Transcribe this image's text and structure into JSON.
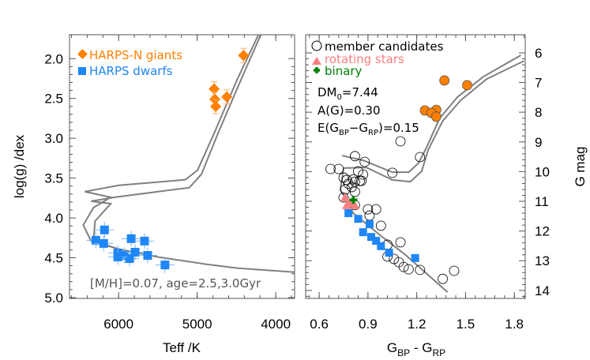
{
  "chart_data": [
    {
      "type": "scatter",
      "xlabel": "Teff /K",
      "ylabel": "log(g) /dex",
      "xlim": [
        6625,
        3760
      ],
      "ylim": [
        1.7,
        5.01
      ],
      "x_inverted": true,
      "y_inverted": true,
      "xticks": [
        6000,
        5000,
        4000
      ],
      "xtick_labels": [
        "6000",
        "5000",
        "4000"
      ],
      "yticks": [
        2.0,
        2.5,
        3.0,
        3.5,
        4.0,
        4.5,
        5.0
      ],
      "ytick_labels": [
        "2.0",
        "2.5",
        "3.0",
        "3.5",
        "4.0",
        "4.5",
        "5.0"
      ],
      "legend_position": "top-left",
      "annotation": "[M/H]=0.07, age=2.5,3.0Gyr",
      "series": [
        {
          "name": "HARPS-N giants",
          "marker": "diamond",
          "color": "#ff8000",
          "x": [
            4410,
            4784,
            4774,
            4764,
            4623
          ],
          "y": [
            1.96,
            2.38,
            2.51,
            2.6,
            2.48
          ]
        },
        {
          "name": "HARPS dwarfs",
          "marker": "square",
          "color": "#1e86f5",
          "x": [
            6180,
            6290,
            6190,
            5840,
            5670,
            6010,
            5930,
            5790,
            5860,
            5630,
            5410,
            6010
          ],
          "y": [
            4.15,
            4.28,
            4.32,
            4.26,
            4.29,
            4.44,
            4.47,
            4.43,
            4.51,
            4.47,
            4.59,
            4.49
          ]
        }
      ],
      "isochrones": [
        {
          "color": "#808080",
          "x": [
            4220,
            4490,
            4790,
            4995,
            5150,
            5500,
            6000,
            6430,
            6100,
            6320,
            6450,
            6350,
            6000,
            5500,
            4890,
            4490,
            3760
          ],
          "y": [
            1.7,
            2.26,
            2.95,
            3.4,
            3.52,
            3.55,
            3.59,
            3.67,
            3.74,
            3.87,
            4.09,
            4.29,
            4.39,
            4.49,
            4.58,
            4.63,
            4.68
          ]
        },
        {
          "color": "#808080",
          "x": [
            4190,
            4440,
            4740,
            4945,
            5100,
            5500,
            6050,
            6350,
            6100,
            6300,
            6320,
            6000
          ],
          "y": [
            1.7,
            2.26,
            2.95,
            3.45,
            3.62,
            3.67,
            3.74,
            3.79,
            3.82,
            4.04,
            4.29,
            4.39
          ]
        }
      ]
    },
    {
      "type": "scatter",
      "xlabel": "G_BP - G_RP",
      "ylabel": "G mag",
      "xlim": [
        0.517,
        1.867
      ],
      "ylim": [
        5.39,
        14.27
      ],
      "y_inverted": true,
      "xticks": [
        0.6,
        0.9,
        1.2,
        1.5,
        1.8
      ],
      "xtick_labels": [
        "0.6",
        "0.9",
        "1.2",
        "1.5",
        "1.8"
      ],
      "yticks": [
        6,
        7,
        8,
        9,
        10,
        11,
        12,
        13,
        14
      ],
      "ytick_labels": [
        "6",
        "7",
        "8",
        "9",
        "10",
        "11",
        "12",
        "13",
        "14"
      ],
      "legend_position": "top-left",
      "annotations": {
        "dm": {
          "main": "DM",
          "sub": "0",
          "rest": "=7.44"
        },
        "ag": "A(G)=0.30",
        "ebv": {
          "a": "E(G",
          "sub1": "BP",
          "b": "−G",
          "sub2": "RP",
          "c": ")=0.15"
        }
      },
      "xlabel_parts": {
        "a": "G",
        "sub1": "BP",
        "b": " - G",
        "sub2": "RP"
      },
      "series": [
        {
          "name": "member candidates",
          "marker": "open-circle",
          "color": "#000000",
          "x": [
            1.1,
            1.22,
            0.82,
            0.88,
            0.67,
            0.72,
            1.05,
            0.87,
            0.84,
            0.75,
            0.77,
            0.81,
            0.85,
            0.78,
            0.82,
            0.86,
            0.76,
            0.8,
            0.82,
            0.82,
            0.9,
            0.95,
            0.91,
            0.98,
            1.1,
            1.02,
            1.02,
            1.06,
            1.09,
            1.12,
            1.15,
            1.22,
            1.36,
            1.43,
            0.75
          ],
          "y": [
            8.98,
            9.51,
            9.48,
            9.67,
            9.91,
            9.91,
            10.04,
            10.1,
            9.99,
            10.2,
            10.28,
            10.26,
            10.31,
            10.41,
            10.34,
            10.31,
            10.6,
            10.52,
            10.68,
            11.13,
            11.27,
            11.27,
            11.48,
            11.82,
            12.38,
            12.46,
            12.86,
            12.94,
            13.05,
            13.21,
            13.29,
            13.31,
            13.61,
            13.34,
            10.87
          ]
        },
        {
          "name": "rotating stars",
          "marker": "triangle",
          "color": "#f88080",
          "x": [
            0.76,
            0.77,
            0.82,
            0.79
          ],
          "y": [
            10.87,
            11.13,
            11.13,
            11.06
          ]
        },
        {
          "name": "binary",
          "marker": "plus",
          "color": "#008000",
          "x": [
            0.81
          ],
          "y": [
            10.95
          ]
        },
        {
          "marker": "circle",
          "color": "#ff8000",
          "x": [
            1.37,
            1.51,
            1.25,
            1.32,
            1.29,
            1.32
          ],
          "y": [
            6.93,
            7.09,
            7.94,
            7.92,
            8.02,
            8.15
          ]
        },
        {
          "marker": "square",
          "color": "#1e86f5",
          "x": [
            0.78,
            0.84,
            0.91,
            0.87,
            0.92,
            0.95,
            0.98,
            1.03,
            1.19
          ],
          "y": [
            11.4,
            11.59,
            11.77,
            12.04,
            12.2,
            12.33,
            12.51,
            12.73,
            12.91
          ]
        }
      ],
      "isochrones": [
        {
          "color": "#808080",
          "x": [
            0.74,
            0.87,
            1.05,
            1.15,
            1.21,
            1.26,
            1.34,
            1.45,
            1.61,
            1.84
          ],
          "y": [
            9.46,
            9.62,
            10.02,
            10.02,
            9.72,
            9.19,
            8.21,
            7.49,
            6.8,
            6.08
          ]
        },
        {
          "color": "#808080",
          "x": [
            0.75,
            0.89,
            1.05,
            1.16,
            1.23,
            1.27,
            1.36,
            1.47,
            1.63,
            1.86
          ],
          "y": [
            9.88,
            9.86,
            10.28,
            10.34,
            9.99,
            9.27,
            8.29,
            7.6,
            6.88,
            6.27
          ]
        },
        {
          "color": "#808080",
          "x": [
            0.75,
            0.74,
            0.73,
            0.81,
            0.97,
            1.13,
            1.39
          ],
          "y": [
            9.88,
            10.26,
            10.6,
            11.4,
            12.12,
            12.8,
            14.06
          ]
        }
      ]
    }
  ]
}
